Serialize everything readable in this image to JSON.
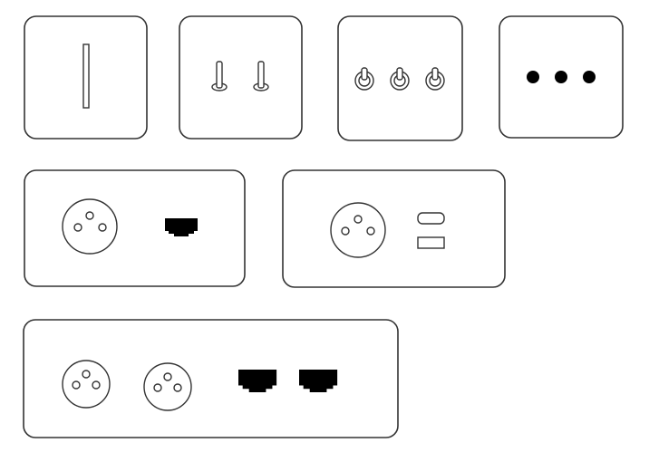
{
  "colors": {
    "outline": "#333333",
    "background": "#ffffff",
    "fill": "#000000"
  },
  "plates": [
    {
      "name": "single-rocker-switch-plate",
      "icon": "rocker-switch-icon"
    },
    {
      "name": "double-toggle-switch-plate",
      "icon": "toggle-switch-icon",
      "count": 2
    },
    {
      "name": "triple-round-toggle-switch-plate",
      "icon": "round-toggle-icon",
      "count": 3
    },
    {
      "name": "three-button-plate",
      "icon": "dot-button-icon",
      "count": 3
    },
    {
      "name": "socket-rj45-plate",
      "icons": [
        "power-socket-icon",
        "rj45-port-icon"
      ]
    },
    {
      "name": "socket-usb-plate",
      "icons": [
        "power-socket-icon",
        "usb-c-port-icon",
        "usb-a-port-icon"
      ]
    },
    {
      "name": "double-socket-double-rj45-plate",
      "icons": [
        "power-socket-icon",
        "power-socket-icon",
        "rj45-port-icon",
        "rj45-port-icon"
      ]
    }
  ]
}
